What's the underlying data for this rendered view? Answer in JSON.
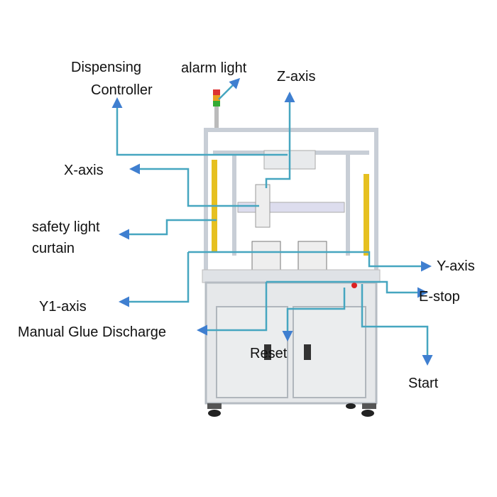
{
  "title": "Dispensing machine component diagram",
  "colors": {
    "line_start": "#3fc4a8",
    "line_end": "#3f7fd0",
    "frame": "#d8dde3",
    "cabinet": "#e6e8ea",
    "curtain": "#e6c020"
  },
  "labels": {
    "dispensing_1": "Dispensing",
    "dispensing_2": "Controller",
    "alarm_light": "alarm light",
    "z_axis": "Z-axis",
    "x_axis": "X-axis",
    "safety_1": "safety light",
    "safety_2": "curtain",
    "y_axis": "Y-axis",
    "e_stop": "E-stop",
    "y1_axis": "Y1-axis",
    "manual_glue": "Manual Glue Discharge",
    "reset": "Reset",
    "start": "Start"
  }
}
